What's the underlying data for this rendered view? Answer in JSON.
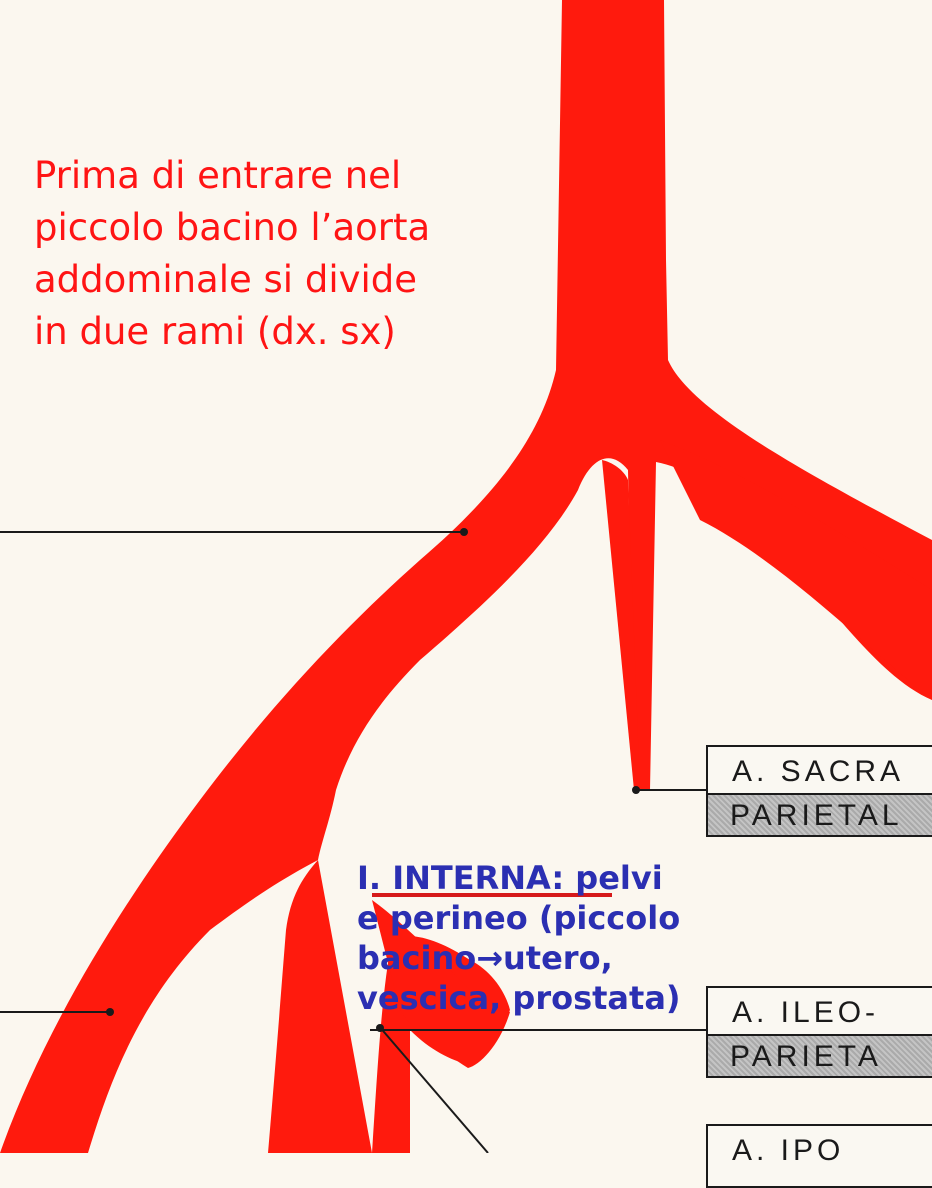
{
  "caption": {
    "lines": [
      "Prima di entrare nel",
      "piccolo bacino l’aorta",
      "addominale si divide",
      "in due rami (dx. sx)"
    ]
  },
  "blue_note": {
    "heading": "I. INTERNA",
    "line1_rest": ": pelvi",
    "line2": "e perineo (piccolo",
    "line3_pre": "bacino",
    "arrow": "→",
    "line3_post": "utero,",
    "line4": "vescica, prostata)"
  },
  "labels": {
    "sacra": {
      "top": "A. SACRA",
      "bottom": "PARIETAL"
    },
    "ileo": {
      "top": "A. ILEO-",
      "bottom": "PARIETA"
    },
    "third": {
      "top": "A. IPO"
    }
  },
  "colors": {
    "artery": "#ff1a0d",
    "caption": "#ff1414",
    "note": "#2b2fb2",
    "leader": "#1a1a1a"
  }
}
